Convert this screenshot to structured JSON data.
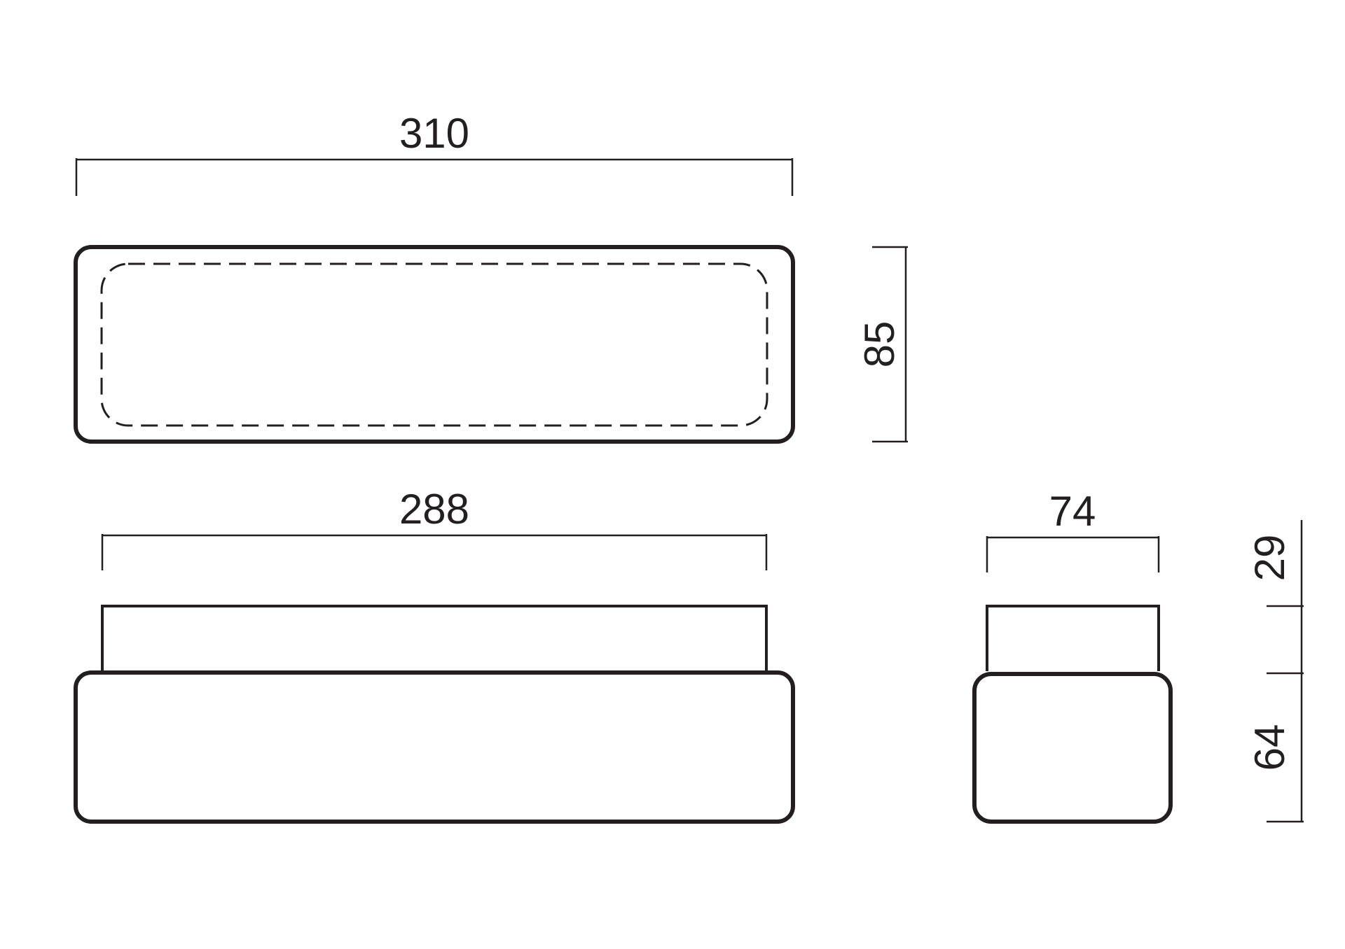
{
  "dimensions": {
    "top_width": "310",
    "top_depth": "85",
    "front_width": "288",
    "side_width": "74",
    "height_upper": "29",
    "height_lower": "64"
  }
}
